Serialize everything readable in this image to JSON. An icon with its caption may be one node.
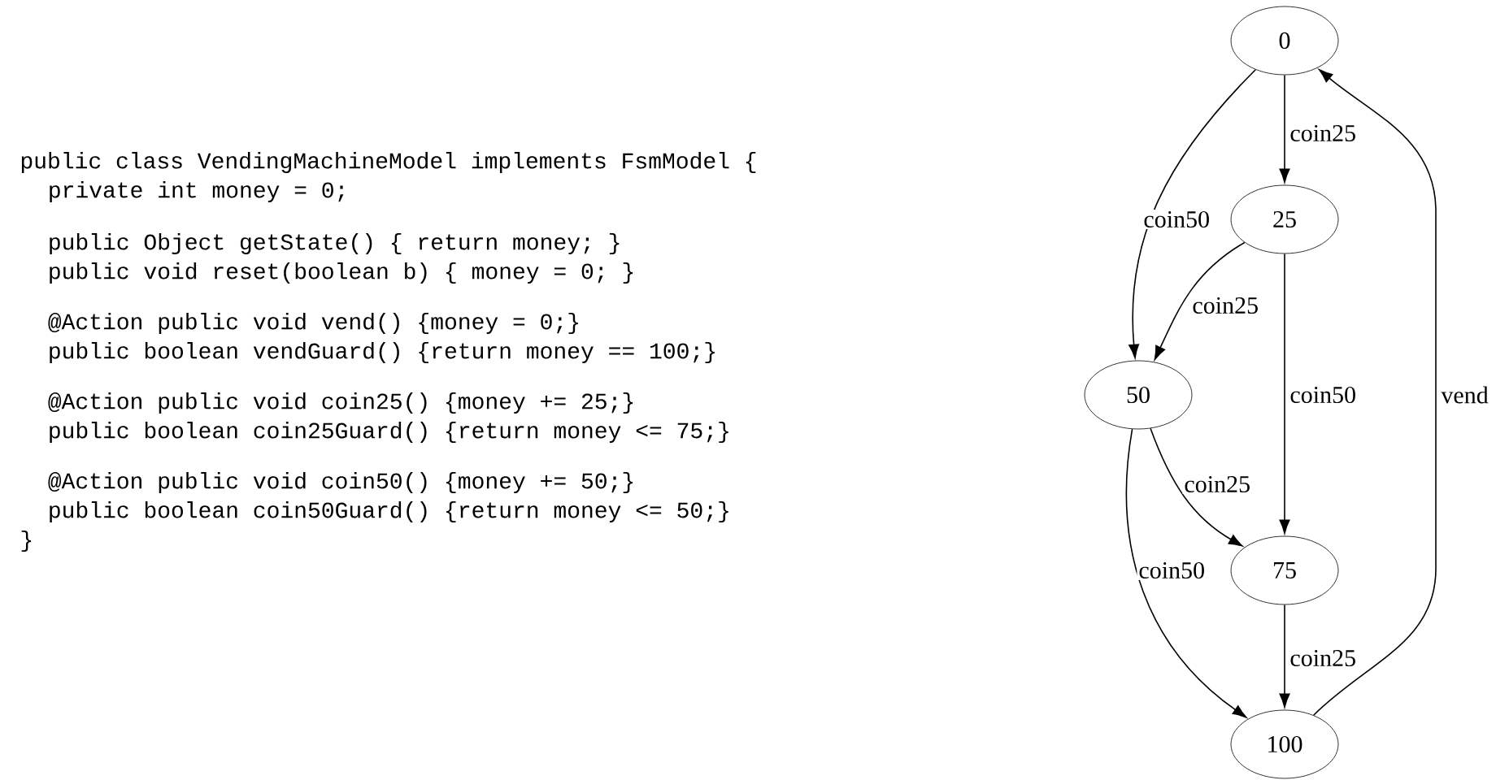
{
  "diagram": {
    "nodes": [
      {
        "text": [
          "0"
        ]
      },
      {
        "text": [
          "25"
        ]
      },
      {
        "text": [
          "50"
        ]
      },
      {
        "text": [
          "75"
        ]
      },
      {
        "text": [
          "100"
        ]
      }
    ],
    "edges": [
      {
        "from": 0,
        "to": 1,
        "arrow": "to",
        "label": "coin25"
      },
      {
        "from": 0,
        "to": 2,
        "arrow": "to",
        "label": "coin50"
      },
      {
        "from": 1,
        "to": 2,
        "arrow": "to",
        "label": "coin25"
      },
      {
        "from": 1,
        "to": 3,
        "arrow": "to",
        "label": "coin50"
      },
      {
        "from": 2,
        "to": 3,
        "arrow": "to",
        "label": "coin25"
      },
      {
        "from": 2,
        "to": 4,
        "arrow": "to",
        "label": "coin50"
      },
      {
        "from": 3,
        "to": 4,
        "arrow": "to",
        "label": "coin25"
      },
      {
        "from": 4,
        "to": 0,
        "arrow": "to",
        "label": "vend"
      }
    ],
    "labels": [
      "public class VendingMachineModel implements FsmModel {",
      "private int money = 0;",
      "public Object getState() { return money; }",
      "public void reset(boolean b) { money = 0; }",
      "@Action public void vend() {money = 0;}",
      "public boolean vendGuard() {return money == 100;}",
      "@Action public void coin25() {money += 25;}",
      "public boolean coin25Guard() {return money <= 75;}",
      "@Action public void coin50() {money += 50;}",
      "public boolean coin50Guard() {return money <= 50;}",
      "}"
    ]
  }
}
